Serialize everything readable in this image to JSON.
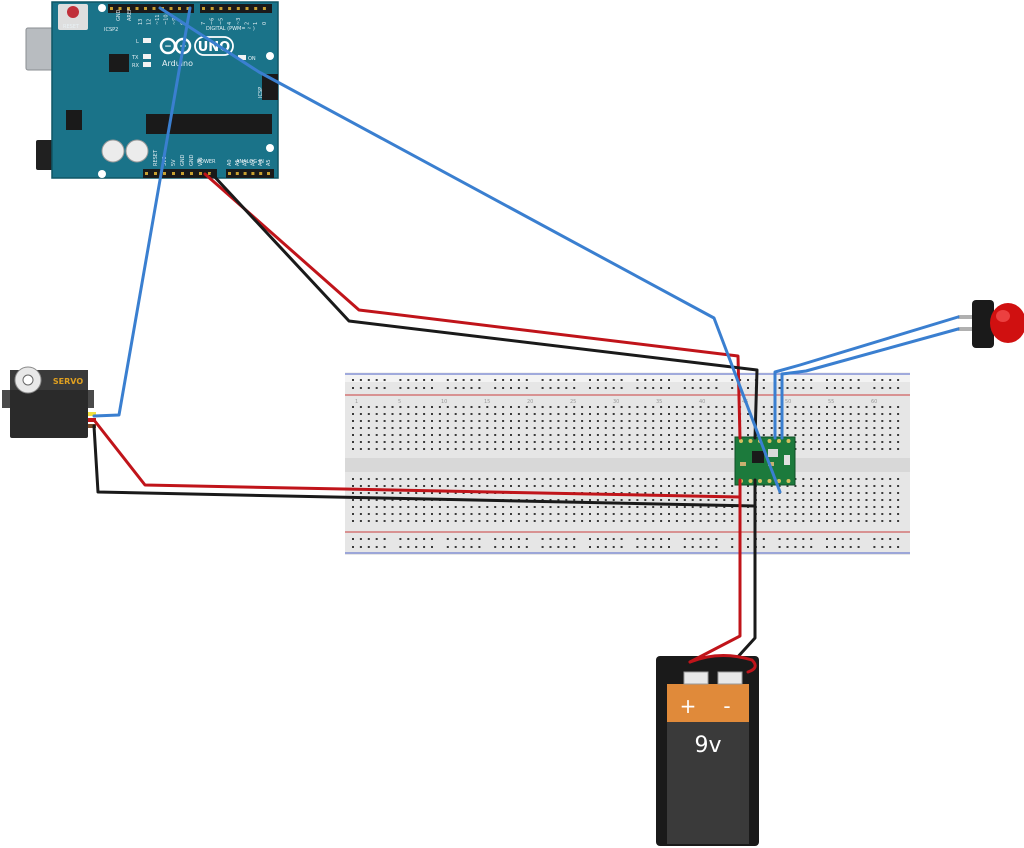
{
  "colors": {
    "wire_power": "#c0141a",
    "wire_ground": "#1a1a1a",
    "wire_signal": "#3a7fd0",
    "arduino_pcb": "#1a7389",
    "breadboard": "#e6e6e6",
    "module_pcb": "#1c7a3c",
    "button_cap": "#d01010",
    "battery_label": "#e08a3a"
  },
  "arduino": {
    "reset": "RESET",
    "icsp2": "ICSP2",
    "icsp": "ICSP",
    "aref": "AREF",
    "gnd": "GND",
    "digital": "DIGITAL (PWM= ~ )",
    "uno": "UNO",
    "brand": "Arduino",
    "on": "ON",
    "led_l": "L",
    "led_tx": "TX",
    "led_rx": "RX",
    "tx_pin": "TX",
    "rx_pin": "RX",
    "power": "POWER",
    "analog_in": "ANALOG IN",
    "ioref": "IOREF",
    "pins_power": [
      "RESET",
      "3V3",
      "5V",
      "GND",
      "GND",
      "VIN"
    ],
    "pins_analog": [
      "A0",
      "A1",
      "A2",
      "A3",
      "A4",
      "A5"
    ],
    "pins_digital_hi": [
      "13",
      "12",
      "~11",
      "~10",
      "~9",
      "8"
    ],
    "pins_digital_lo": [
      "7",
      "~6",
      "~5",
      "4",
      "~3",
      "2",
      "1",
      "0"
    ]
  },
  "servo": {
    "label": "SERVO"
  },
  "battery": {
    "plus": "+",
    "minus": "-",
    "voltage": "9v"
  },
  "breadboard": {
    "columns": [
      "1",
      "5",
      "10",
      "15",
      "20",
      "25",
      "30",
      "35",
      "40",
      "45",
      "50",
      "55",
      "60"
    ]
  }
}
